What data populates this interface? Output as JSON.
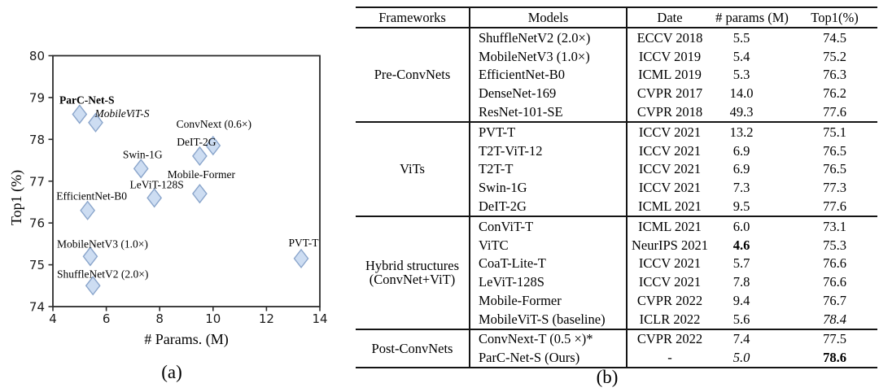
{
  "figure": {
    "caption_a": "(a)",
    "caption_b": "(b)"
  },
  "chart_data": {
    "type": "scatter",
    "title": "",
    "xlabel": "# Params. (M)",
    "ylabel": "Top1 (%)",
    "xlim": [
      4,
      14
    ],
    "ylim": [
      74,
      80
    ],
    "xticks": [
      4,
      6,
      8,
      10,
      12,
      14
    ],
    "yticks": [
      74,
      75,
      76,
      77,
      78,
      79,
      80
    ],
    "grid": false,
    "legend": "none",
    "marker": {
      "shape": "diamond",
      "fill": "#cdddf2",
      "stroke": "#8aa5cb"
    },
    "points": [
      {
        "label": "ParC-Net-S",
        "x": 5.0,
        "y": 78.6,
        "bold": true,
        "italic": false,
        "anchor": "middle",
        "dx": 9,
        "dy": -13
      },
      {
        "label": "MobileViT-S",
        "x": 5.6,
        "y": 78.4,
        "bold": false,
        "italic": true,
        "anchor": "start",
        "dx": -1,
        "dy": -7
      },
      {
        "label": "ConvNext (0.6×)",
        "x": 10.0,
        "y": 77.85,
        "bold": false,
        "italic": false,
        "anchor": "middle",
        "dx": 1,
        "dy": -22
      },
      {
        "label": "DeIT-2G",
        "x": 9.5,
        "y": 77.6,
        "bold": false,
        "italic": false,
        "anchor": "middle",
        "dx": -4,
        "dy": -13
      },
      {
        "label": "Swin-1G",
        "x": 7.3,
        "y": 77.3,
        "bold": false,
        "italic": false,
        "anchor": "middle",
        "dx": 2,
        "dy": -13
      },
      {
        "label": "Mobile-Former",
        "x": 9.5,
        "y": 76.7,
        "bold": false,
        "italic": false,
        "anchor": "middle",
        "dx": 2,
        "dy": -19
      },
      {
        "label": "LeViT-128S",
        "x": 7.8,
        "y": 76.6,
        "bold": false,
        "italic": false,
        "anchor": "middle",
        "dx": 3,
        "dy": -12
      },
      {
        "label": "EfficientNet-B0",
        "x": 5.3,
        "y": 76.3,
        "bold": false,
        "italic": false,
        "anchor": "middle",
        "dx": 5,
        "dy": -13
      },
      {
        "label": "MobileNetV3 (1.0×)",
        "x": 5.4,
        "y": 75.2,
        "bold": false,
        "italic": false,
        "anchor": "middle",
        "dx": 15,
        "dy": -11
      },
      {
        "label": "PVT-T",
        "x": 13.3,
        "y": 75.15,
        "bold": false,
        "italic": false,
        "anchor": "middle",
        "dx": 3,
        "dy": -15
      },
      {
        "label": "ShuffleNetV2 (2.0×)",
        "x": 5.5,
        "y": 74.5,
        "bold": false,
        "italic": false,
        "anchor": "middle",
        "dx": 12,
        "dy": -10
      }
    ]
  },
  "table": {
    "headers": [
      "Frameworks",
      "Models",
      "Date",
      "# params (M)",
      "Top1(%)"
    ],
    "groups": [
      {
        "framework": "Pre-ConvNets",
        "rows": [
          {
            "model": "ShuffleNetV2 (2.0×)",
            "date": "ECCV 2018",
            "params": "5.5",
            "top1": "74.5"
          },
          {
            "model": "MobileNetV3 (1.0×)",
            "date": "ICCV 2019",
            "params": "5.4",
            "top1": "75.2"
          },
          {
            "model": "EfficientNet-B0",
            "date": "ICML 2019",
            "params": "5.3",
            "top1": "76.3"
          },
          {
            "model": "DenseNet-169",
            "date": "CVPR 2017",
            "params": "14.0",
            "top1": "76.2"
          },
          {
            "model": "ResNet-101-SE",
            "date": "CVPR 2018",
            "params": "49.3",
            "top1": "77.6"
          }
        ]
      },
      {
        "framework": "ViTs",
        "rows": [
          {
            "model": "PVT-T",
            "date": "ICCV 2021",
            "params": "13.2",
            "top1": "75.1"
          },
          {
            "model": "T2T-ViT-12",
            "date": "ICCV 2021",
            "params": "6.9",
            "top1": "76.5"
          },
          {
            "model": "T2T-T",
            "date": "ICCV 2021",
            "params": "6.9",
            "top1": "76.5"
          },
          {
            "model": "Swin-1G",
            "date": "ICCV 2021",
            "params": "7.3",
            "top1": "77.3"
          },
          {
            "model": "DeIT-2G",
            "date": "ICML 2021",
            "params": "9.5",
            "top1": "77.6"
          }
        ]
      },
      {
        "framework": "Hybrid structures\n(ConvNet+ViT)",
        "rows": [
          {
            "model": "ConViT-T",
            "date": "ICML 2021",
            "params": "6.0",
            "top1": "73.1"
          },
          {
            "model": "ViTC",
            "date": "NeurIPS 2021",
            "params": "4.6",
            "params_bold": true,
            "top1": "75.3"
          },
          {
            "model": "CoaT-Lite-T",
            "date": "ICCV 2021",
            "params": "5.7",
            "top1": "76.6"
          },
          {
            "model": "LeViT-128S",
            "date": "ICCV 2021",
            "params": "7.8",
            "top1": "76.6"
          },
          {
            "model": "Mobile-Former",
            "date": "CVPR 2022",
            "params": "9.4",
            "top1": "76.7"
          },
          {
            "model": "MobileViT-S (baseline)",
            "date": "ICLR 2022",
            "params": "5.6",
            "top1": "78.4",
            "top1_italic": true
          }
        ]
      },
      {
        "framework": "Post-ConvNets",
        "rows": [
          {
            "model": "ConvNext-T (0.5 ×)*",
            "date": "CVPR 2022",
            "params": "7.4",
            "top1": "77.5"
          },
          {
            "model": "ParC-Net-S  (Ours)",
            "date": "-",
            "params": "5.0",
            "params_italic": true,
            "top1": "78.6",
            "top1_bold": true
          }
        ]
      }
    ]
  }
}
